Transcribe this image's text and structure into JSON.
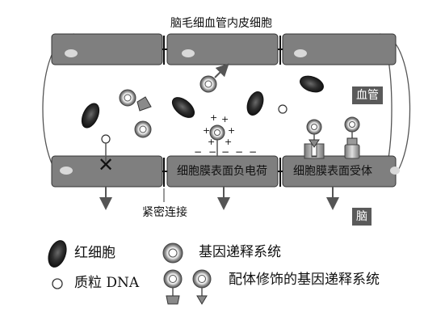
{
  "diagram": {
    "title": "脑毛细血管内皮细胞",
    "vessel_label": "血管",
    "brain_label": "脑",
    "tight_junction_label": "紧密连接",
    "negative_charge_label": "细胞膜表面负电荷",
    "receptor_label": "细胞膜表面受体",
    "charge_plus": "+",
    "charge_minus": "−",
    "blocked_mark": "✕"
  },
  "legend": {
    "red_blood_cell": "红细胞",
    "plasmid_dna": "质粒 DNA",
    "gene_delivery_system": "基因递释系统",
    "ligand_modified_system": "配体修饰的基因递释系统"
  },
  "colors": {
    "cell_fill": "#7f7f7f",
    "cell_stroke": "#333333",
    "nucleus": "#d9d9d9",
    "rbc_dark": "#2b2b2b",
    "tag_bg": "#5a5a5a"
  }
}
